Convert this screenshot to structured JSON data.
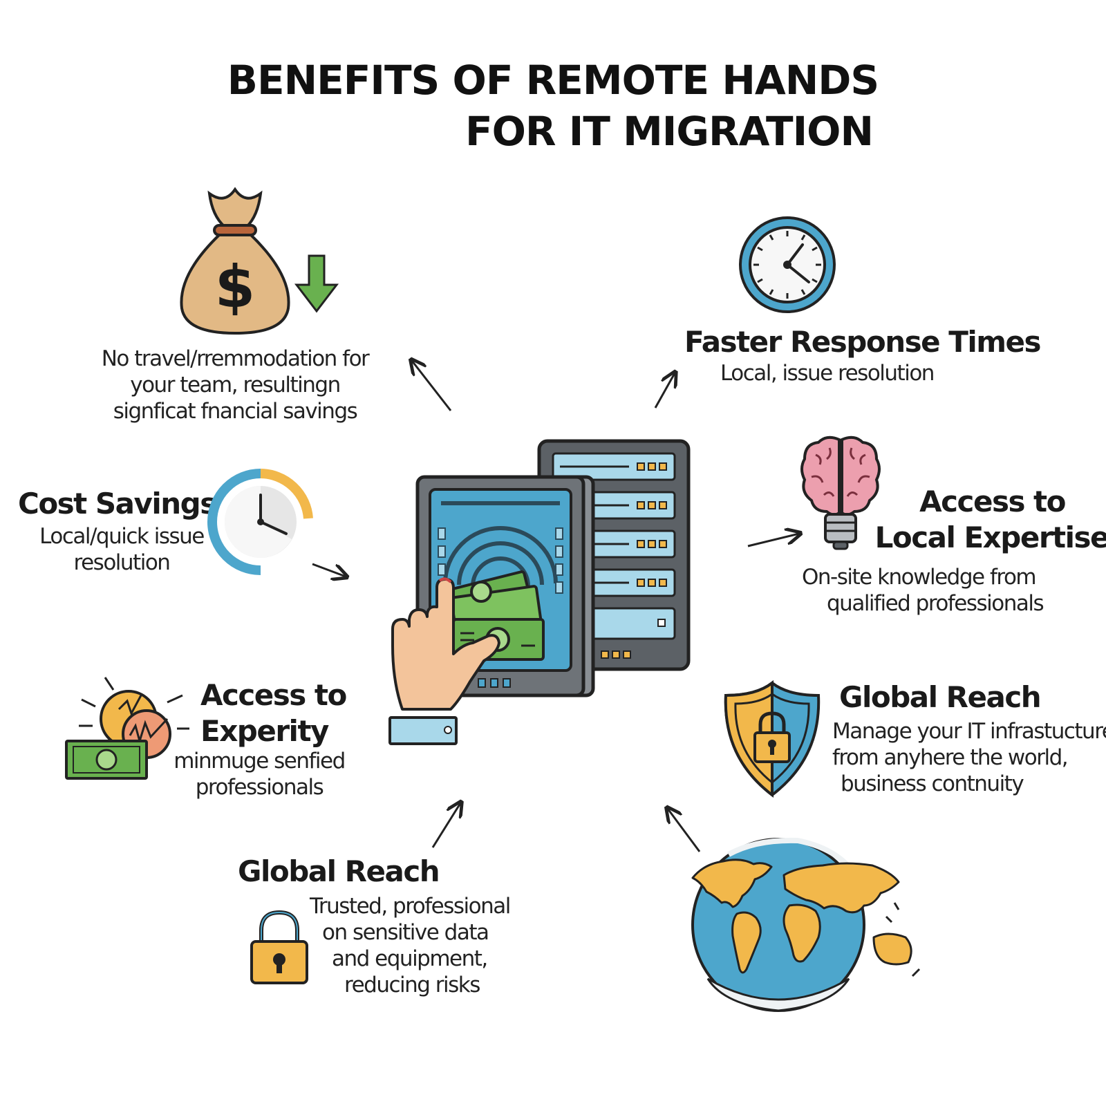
{
  "title": {
    "line1": "BENEFITS OF REMOTE HANDS",
    "line2": "FOR IT MIGRATION"
  },
  "blocks": {
    "travel_note": {
      "lines": [
        "No travel/rremmodation for",
        "your team, resultingn",
        "signficat fnancial savings"
      ]
    },
    "faster_response": {
      "heading": "Faster Response Times",
      "lines": [
        "Local, issue resolution"
      ]
    },
    "cost_savings": {
      "heading": "Cost Savings",
      "lines": [
        "Local/quick issue",
        "resolution"
      ]
    },
    "local_expertise": {
      "heading_lines": [
        "Access to",
        "Local Expertise"
      ],
      "lines": [
        "On-site knowledge from",
        "qualified professionals"
      ]
    },
    "experity": {
      "heading_lines": [
        "Access to",
        "Experity"
      ],
      "lines": [
        "minmuge senfied",
        "professionals"
      ]
    },
    "global_reach_right": {
      "heading": "Global Reach",
      "lines": [
        "Manage your IT infrastucture",
        "from anyhere the world,",
        "business contnuity"
      ]
    },
    "global_reach_bottom": {
      "heading": "Global Reach",
      "lines": [
        "Trusted, professional",
        "on sensitive data",
        "and equipment,",
        "reducing risks"
      ]
    }
  },
  "icons": {
    "money_bag": "money-bag-icon",
    "down_arrow": "down-arrow-icon",
    "clock": "clock-icon",
    "stopwatch": "stopwatch-icon",
    "brain_bulb": "brain-lightbulb-icon",
    "server": "server-rack-icon",
    "shield_lock": "shield-lock-icon",
    "coins_cash": "coins-cash-icon",
    "padlock": "padlock-icon",
    "globe": "globe-icon"
  },
  "colors": {
    "blue": "#4da6cc",
    "light_blue": "#a9d8ea",
    "gold": "#f2b84b",
    "green": "#69b14f",
    "bag": "#e2b985",
    "brain": "#ec9fae",
    "server_gray": "#5c6166"
  }
}
